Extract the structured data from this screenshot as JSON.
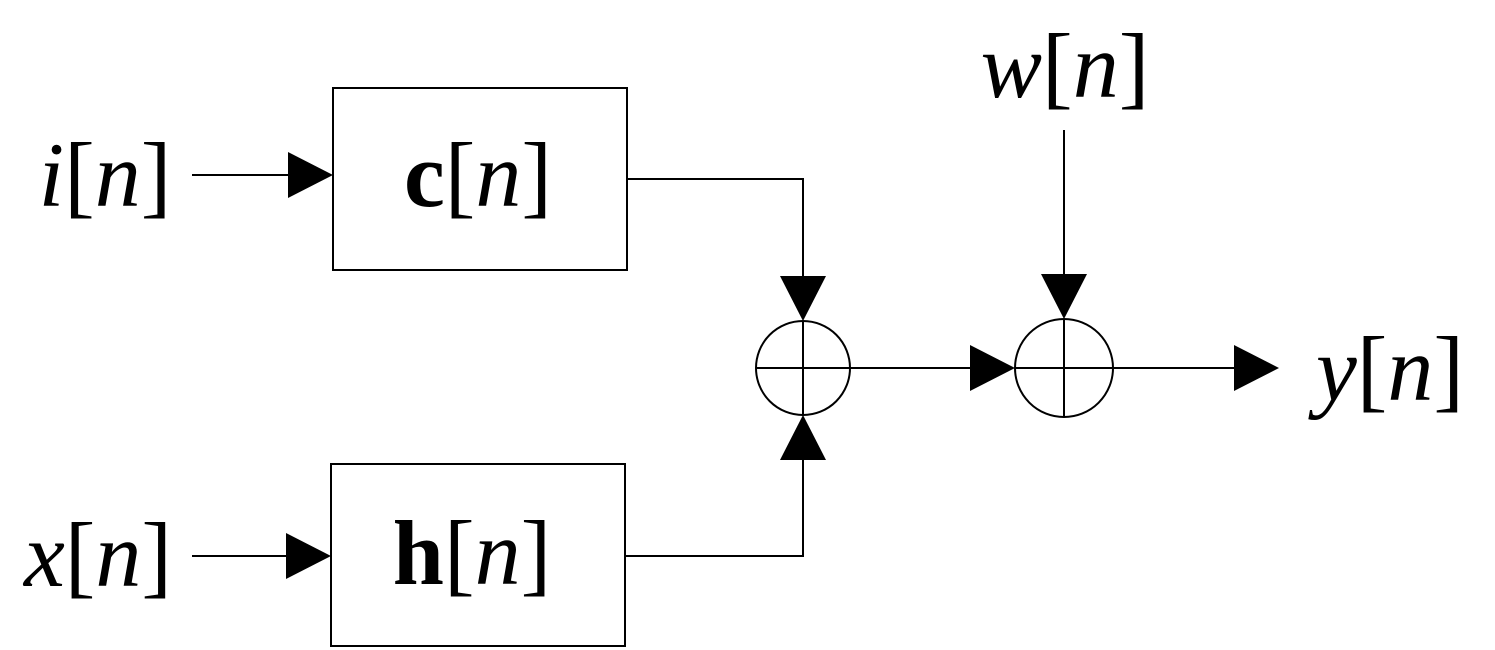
{
  "signals": {
    "input_i": {
      "name": "i",
      "index": "n"
    },
    "input_x": {
      "name": "x",
      "index": "n"
    },
    "noise_w": {
      "name": "w",
      "index": "n"
    },
    "output_y": {
      "name": "y",
      "index": "n"
    }
  },
  "blocks": {
    "c_block": {
      "name": "c",
      "index": "n"
    },
    "h_block": {
      "name": "h",
      "index": "n"
    }
  },
  "open_bracket": "[",
  "close_bracket": "]",
  "colors": {
    "stroke": "#000000",
    "background": "#ffffff"
  }
}
